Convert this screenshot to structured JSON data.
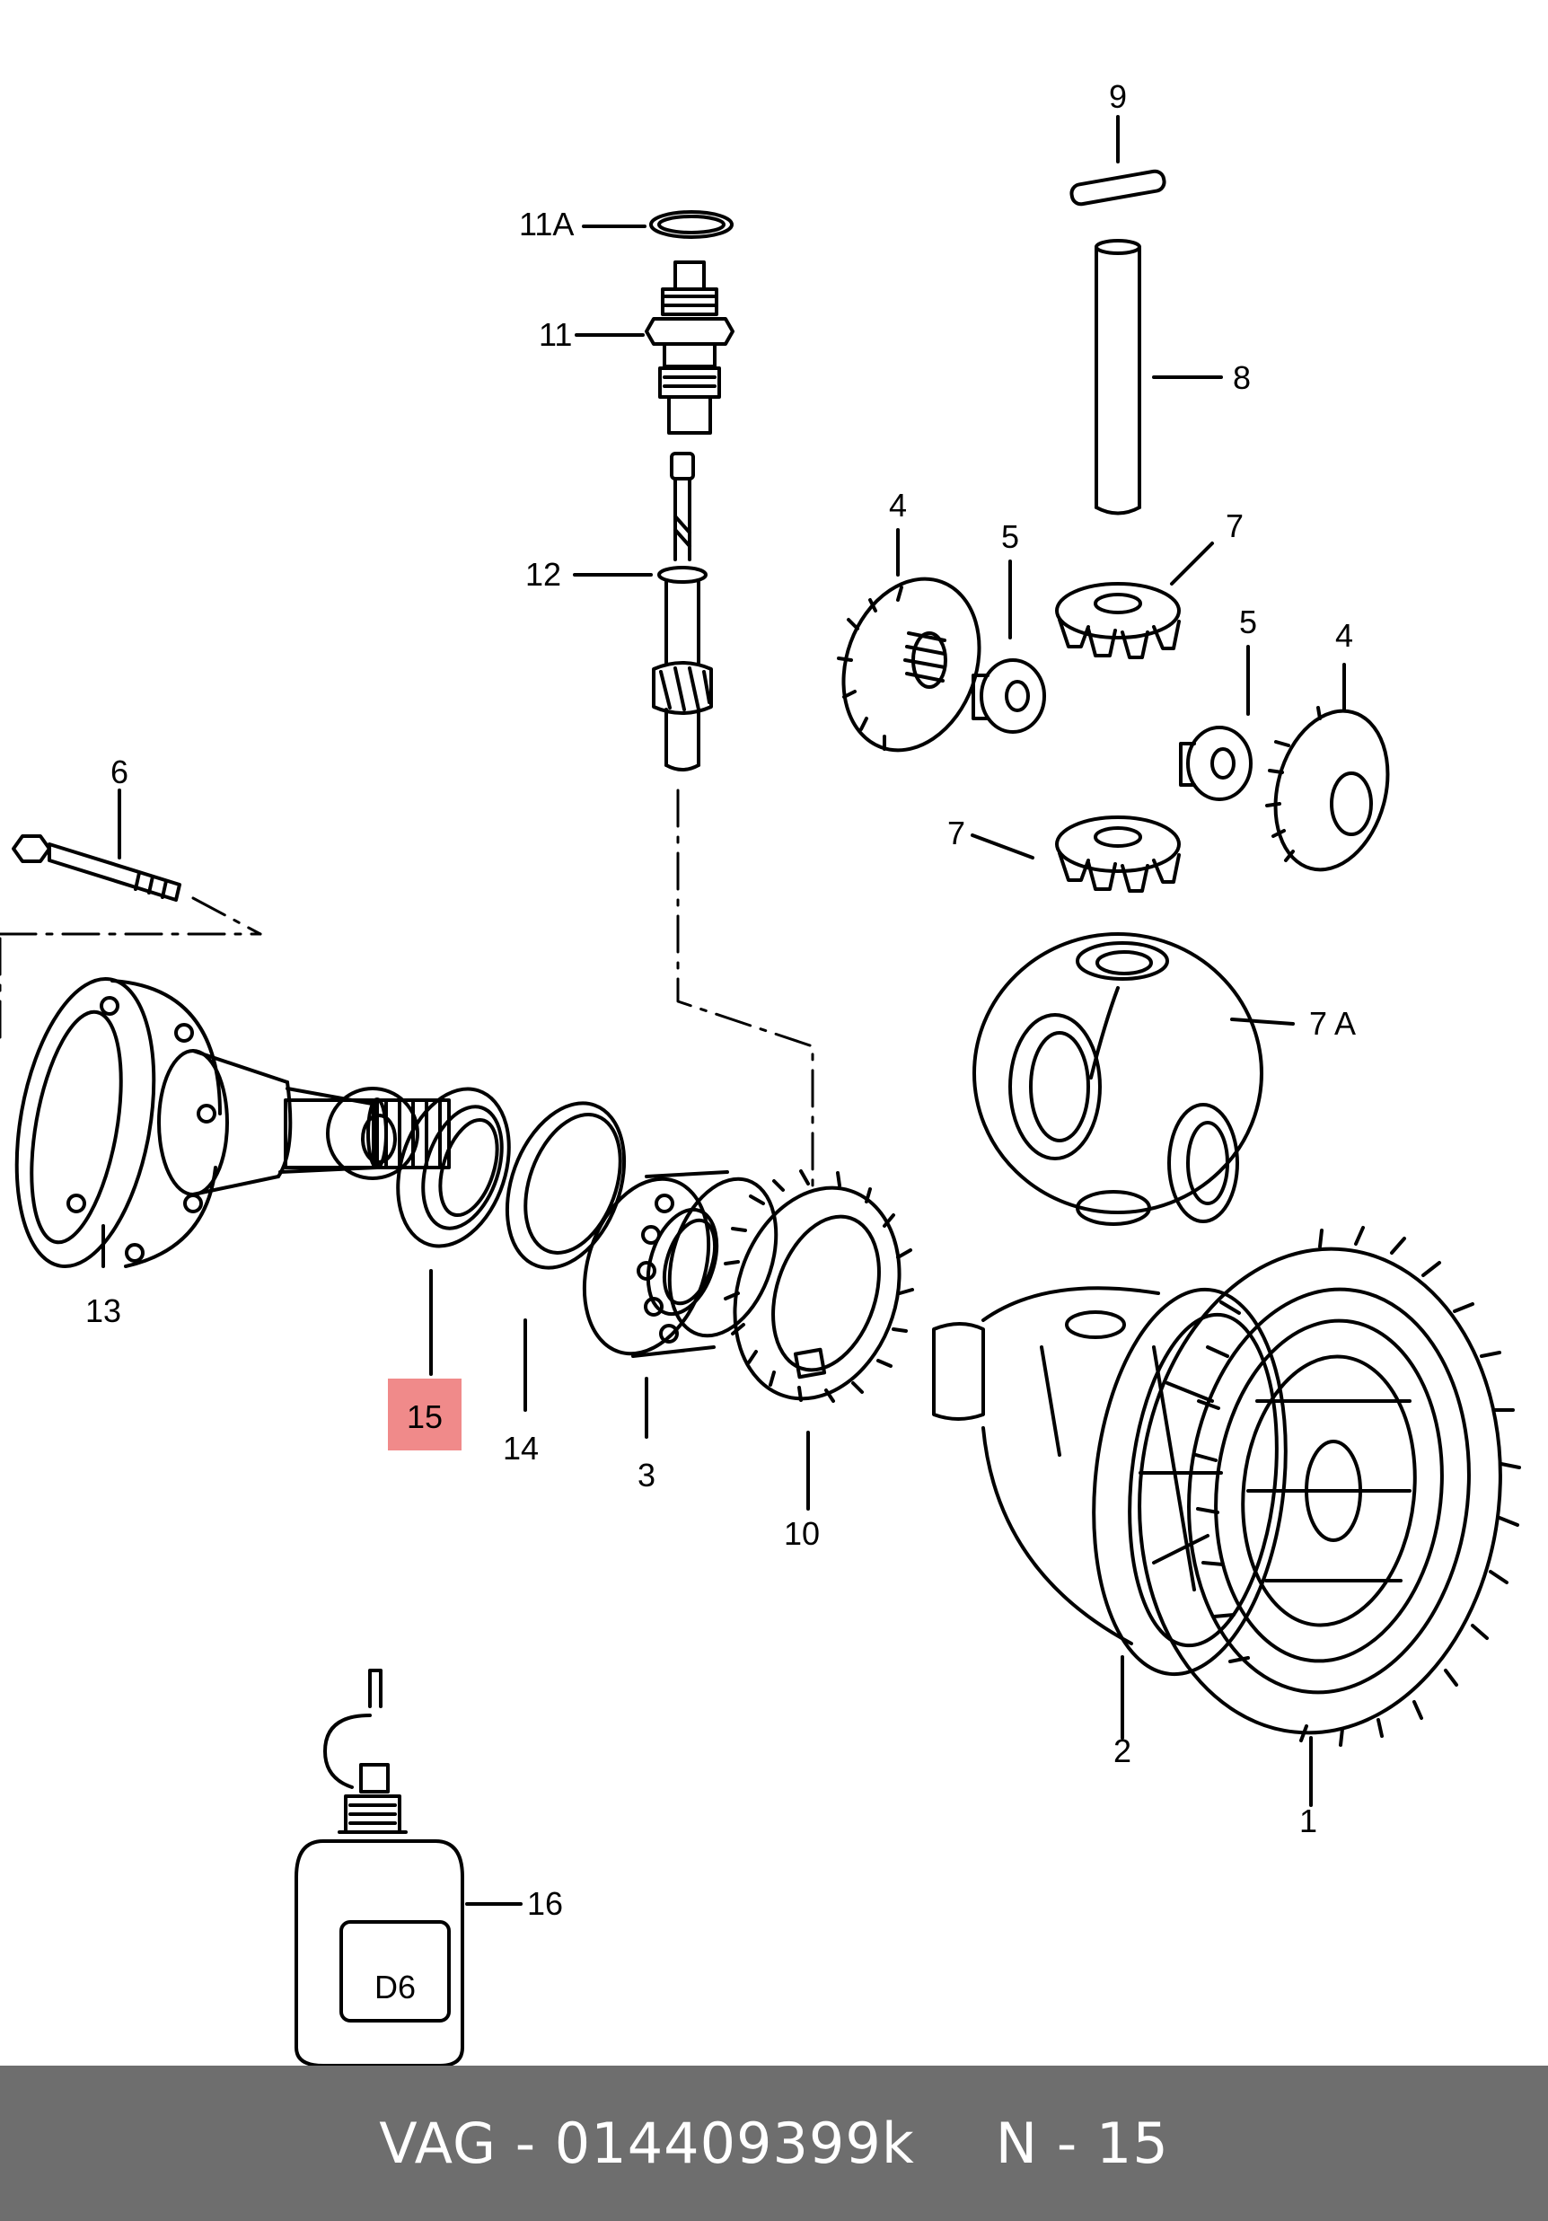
{
  "callouts": {
    "c1": "1",
    "c2": "2",
    "c3": "3",
    "c4a": "4",
    "c4b": "4",
    "c5a": "5",
    "c5b": "5",
    "c6": "6",
    "c7a": "7",
    "c7b": "7",
    "c7A": "7 A",
    "c8": "8",
    "c9": "9",
    "c10": "10",
    "c11": "11",
    "c11A": "11A",
    "c12": "12",
    "c13": "13",
    "c14": "14",
    "c15": "15",
    "c16": "16"
  },
  "bottle_label": "D6",
  "highlight": {
    "part": "15",
    "color": "#f08a8a"
  },
  "footer": {
    "part_ref": "VAG - 014409399k",
    "position_ref": "N - 15",
    "bg_color": "#6e6e6e"
  }
}
